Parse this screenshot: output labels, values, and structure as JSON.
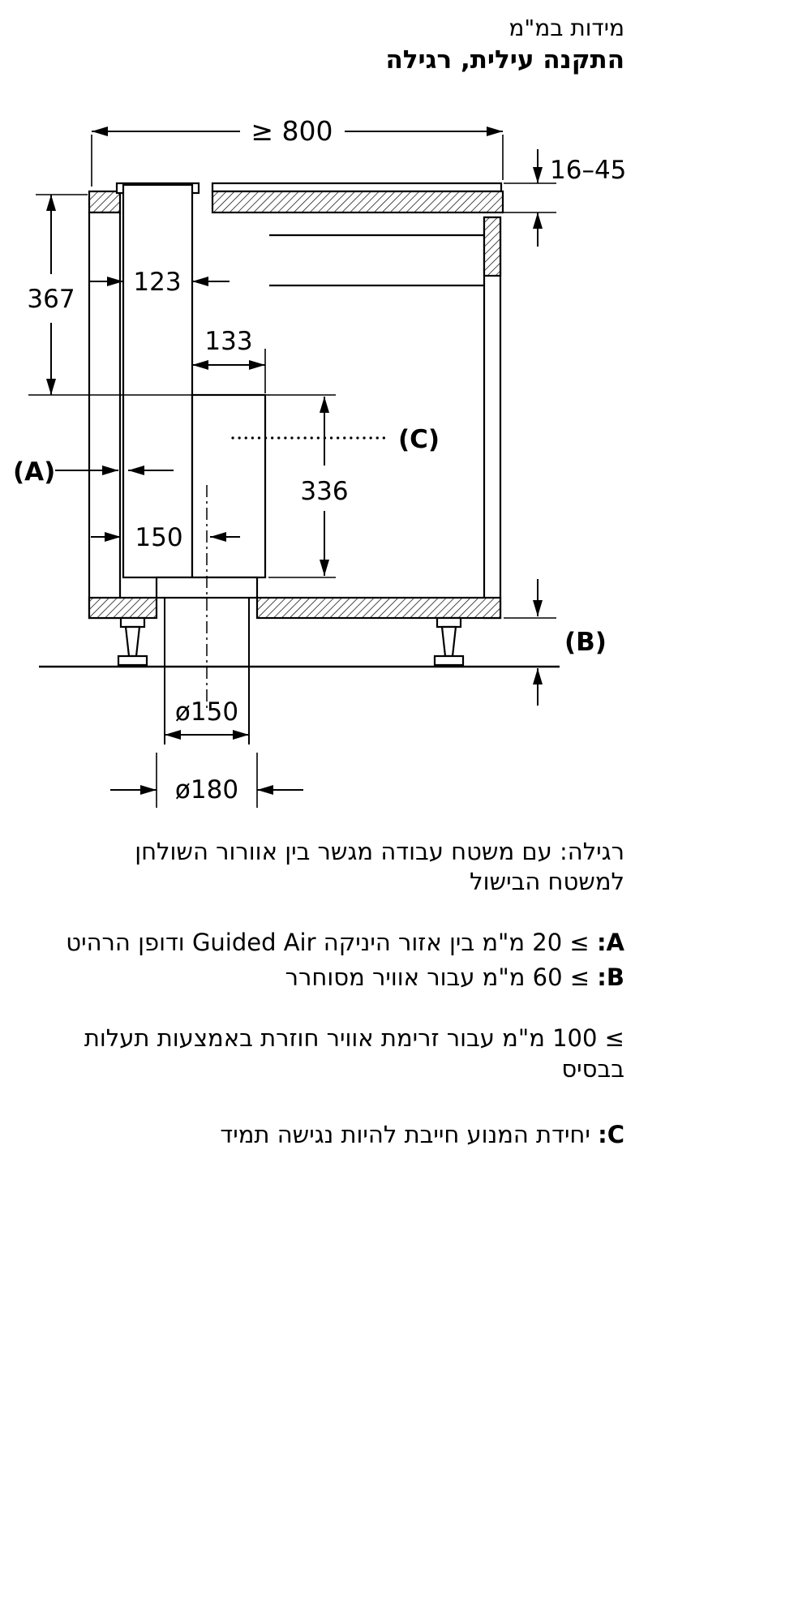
{
  "header": {
    "title": "מידות במ\"מ",
    "subtitle": "התקנה עילית, רגילה"
  },
  "diagram": {
    "dim_top_width": "≥ 800",
    "dim_worktop_thickness": "16–45",
    "dim_left_height": "367",
    "dim_chimney_width": "123",
    "dim_box_width": "133",
    "dim_box_height": "336",
    "dim_offset": "150",
    "dim_pipe_inner": "ø150",
    "dim_pipe_outer": "ø180",
    "label_a": "(A)",
    "label_b": "(B)",
    "label_c": "(C)"
  },
  "notes": {
    "intro": "רגילה: עם משטח עבודה מגשר בין אוורור השולחן למשטח הבישול",
    "a_prefix": "A:",
    "a_text": "≥ 20 מ\"מ בין אזור היניקה Guided Air ודופן הרהיט",
    "b_prefix": "B:",
    "b_text": "≥ 60 מ\"מ עבור אוויר מסוחרר",
    "b_extra": "≥ 100 מ\"מ עבור זרימת אוויר חוזרת באמצעות תעלות בבסיס",
    "c_prefix": "C:",
    "c_text": "יחידת המנוע חייבת להיות נגישה תמיד"
  },
  "colors": {
    "ink": "#000000",
    "paper": "#ffffff"
  }
}
